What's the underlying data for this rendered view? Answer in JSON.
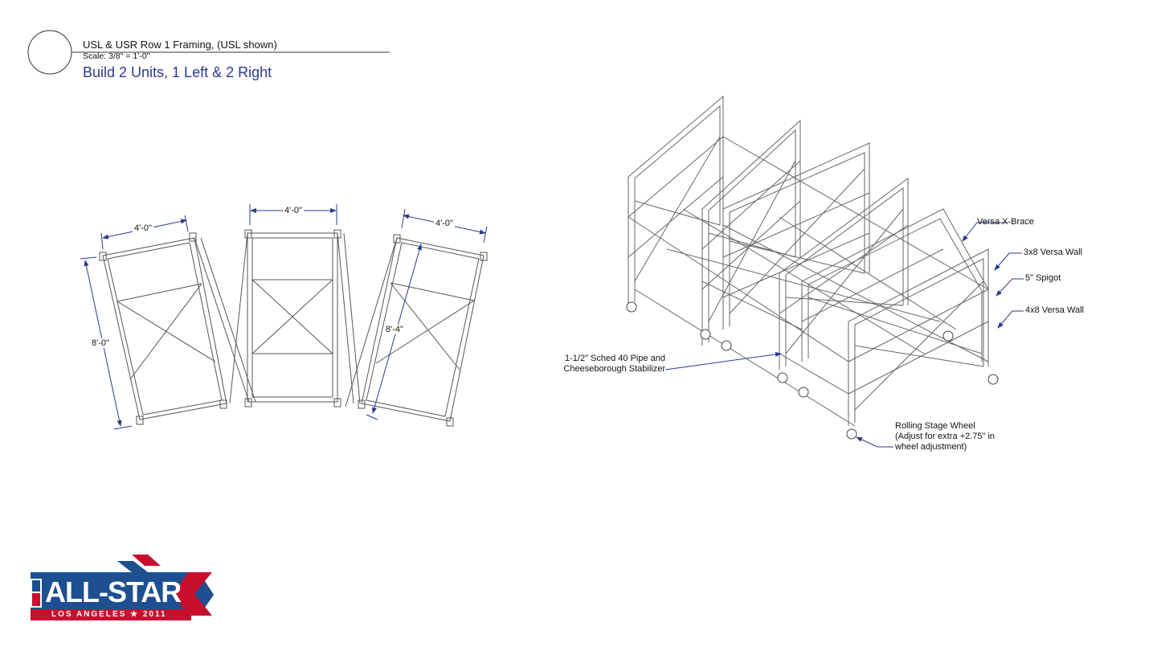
{
  "title_block": {
    "title": "USL & USR Row 1 Framing, (USL shown)",
    "scale": "Scale: 3/8\" = 1'-0\"",
    "subtitle": "Build 2 Units, 1 Left & 2 Right"
  },
  "dimensions": {
    "width_left": "4'-0\"",
    "width_center": "4'-0\"",
    "width_right": "4'-0\"",
    "height_left": "8'-0\"",
    "height_right": "8'-4\""
  },
  "callouts": {
    "x_brace": "Versa X-Brace",
    "wall_3x8": "3x8 Versa Wall",
    "spigot": "5\" Spigot",
    "wall_4x8": "4x8 Versa Wall",
    "pipe_line1": "1-1/2\" Sched 40 Pipe and",
    "pipe_line2": "Cheeseborough Stabilizer",
    "wheel_line1": "Rolling Stage Wheel",
    "wheel_line2": "(Adjust for extra +2.75\" in",
    "wheel_line3": "wheel adjustment)"
  },
  "logo": {
    "text": "ALL-STAR",
    "location": "LOS ANGELES ★ 2011"
  },
  "colors": {
    "accent_blue": "#2b3a8f",
    "logo_red": "#c8102e",
    "logo_blue": "#1d4f91"
  }
}
